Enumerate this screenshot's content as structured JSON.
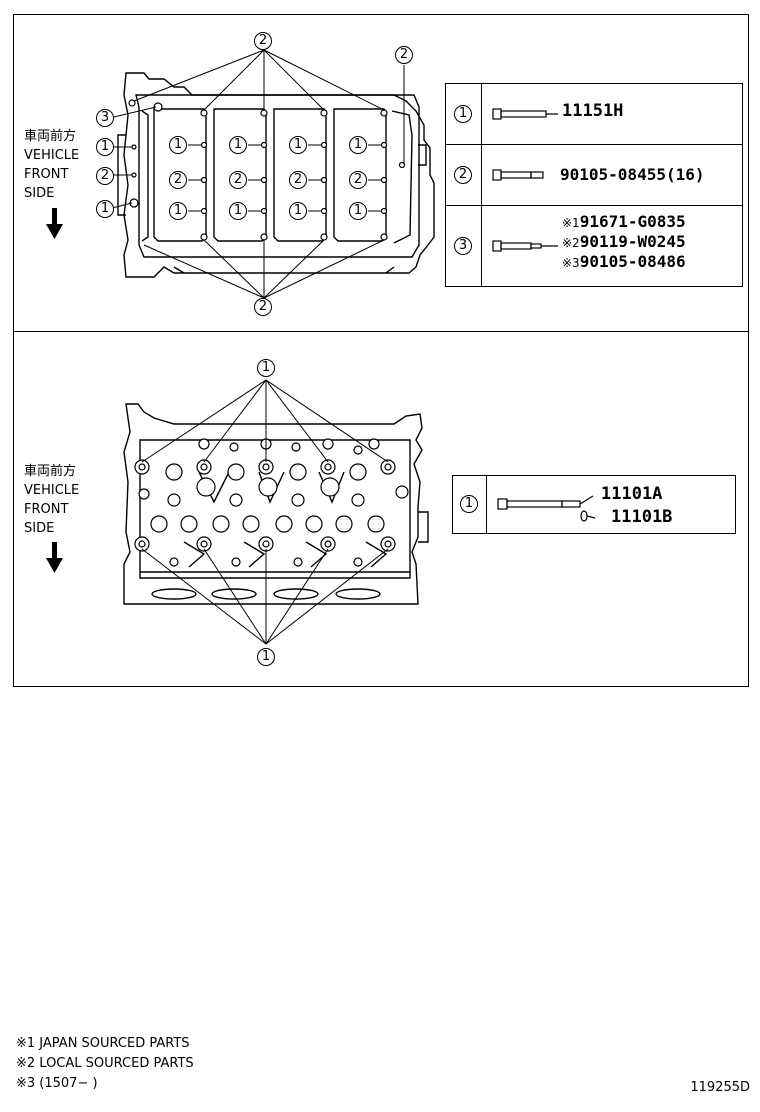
{
  "side_label": {
    "line1": "車両前方",
    "line2": "VEHICLE",
    "line3": "FRONT",
    "line4": "SIDE"
  },
  "top_diagram": {
    "callouts": [
      "2",
      "2",
      "3",
      "1",
      "2",
      "1",
      "1",
      "2",
      "1",
      "1",
      "2",
      "1",
      "1",
      "2",
      "1",
      "1",
      "2",
      "1"
    ],
    "legend": [
      {
        "index": "1",
        "part": "11151H"
      },
      {
        "index": "2",
        "part": "90105-08455(16)"
      },
      {
        "index": "3",
        "parts": [
          {
            "mark": "※1",
            "part": "91671-G0835"
          },
          {
            "mark": "※2",
            "part": "90119-W0245"
          },
          {
            "mark": "※3",
            "part": "90105-08486"
          }
        ]
      }
    ]
  },
  "bottom_diagram": {
    "callouts": [
      "1",
      "1"
    ],
    "legend": [
      {
        "index": "1",
        "parts": [
          "11101A",
          "11101B"
        ]
      }
    ]
  },
  "footnotes": [
    "※1 JAPAN SOURCED PARTS",
    "※2 LOCAL SOURCED PARTS",
    "※3 (1507−      )"
  ],
  "figure_code": "119255D"
}
